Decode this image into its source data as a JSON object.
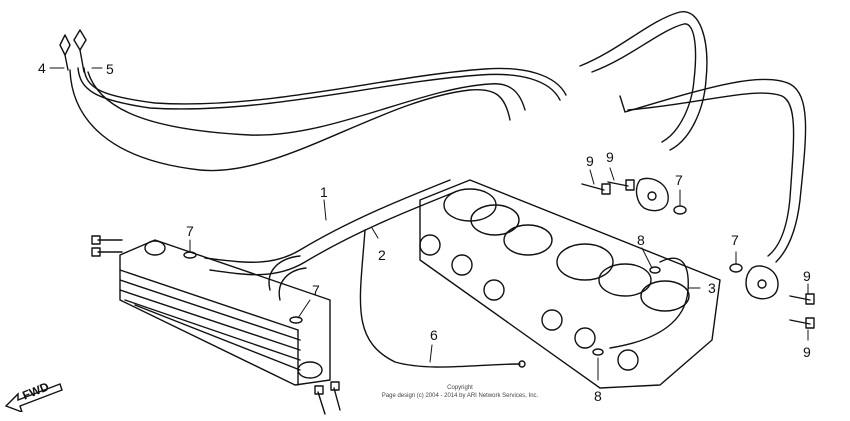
{
  "callouts": [
    {
      "id": "4",
      "label": "4"
    },
    {
      "id": "5",
      "label": "5"
    },
    {
      "id": "1",
      "label": "1"
    },
    {
      "id": "2",
      "label": "2"
    },
    {
      "id": "3",
      "label": "3"
    },
    {
      "id": "6",
      "label": "6"
    },
    {
      "id": "7a",
      "label": "7"
    },
    {
      "id": "7b",
      "label": "7"
    },
    {
      "id": "7c",
      "label": "7"
    },
    {
      "id": "7d",
      "label": "7"
    },
    {
      "id": "8a",
      "label": "8"
    },
    {
      "id": "8b",
      "label": "8"
    },
    {
      "id": "9a",
      "label": "9"
    },
    {
      "id": "9b",
      "label": "9"
    },
    {
      "id": "9c",
      "label": "9"
    },
    {
      "id": "9d",
      "label": "9"
    }
  ],
  "direction": {
    "label": "FWD",
    "icon": "forward-arrow-icon"
  },
  "copyright": {
    "line1": "Copyright",
    "line2": "Page design (c) 2004 - 2014 by ARI Network Services, Inc."
  }
}
